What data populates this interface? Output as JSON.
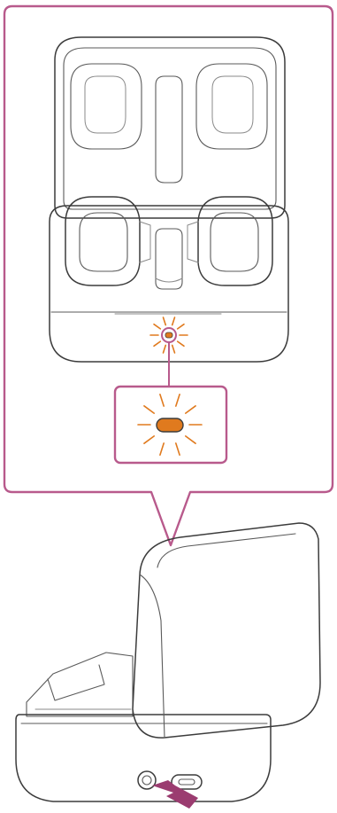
{
  "figure": {
    "subject": "charging-case-indicator",
    "indicator": {
      "state": "blinking",
      "color": "#e07a1e"
    },
    "callout": {
      "frame_color": "#b85a8c"
    },
    "action_arrow": {
      "color": "#9b3c70",
      "target": "case-back-button"
    },
    "colors": {
      "background": "#ffffff",
      "line_art": "#3c3c3c",
      "light_shade": "#f2f2f2"
    }
  }
}
